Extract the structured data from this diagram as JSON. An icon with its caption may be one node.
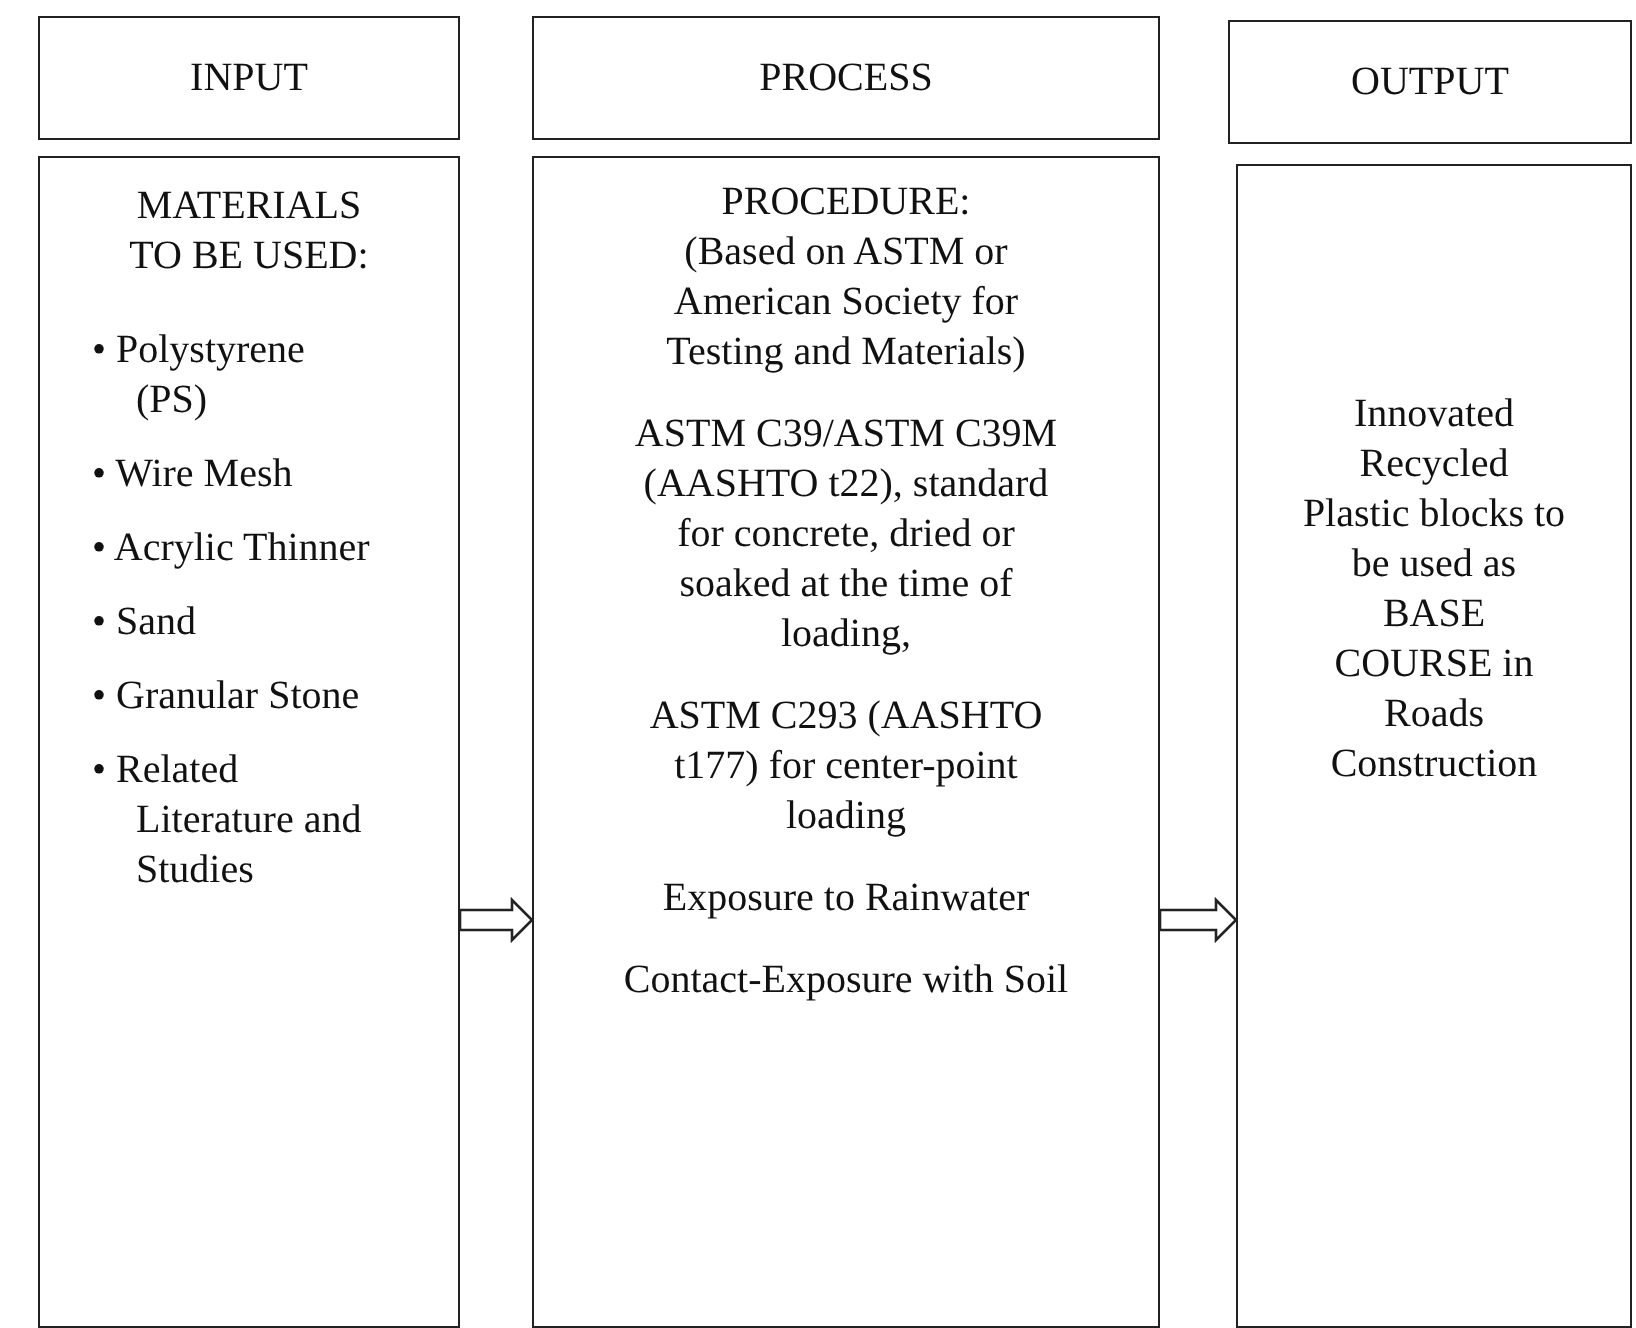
{
  "diagram": {
    "nodes": [
      {
        "text": [
          "INPUT"
        ]
      },
      {
        "text": [
          "PROCESS"
        ]
      },
      {
        "text": [
          "OUTPUT"
        ]
      },
      {
        "text": [
          "MATERIALS TO BE USED:",
          "• Polystyrene (PS)",
          "• Wire Mesh",
          "• Acrylic Thinner",
          "• Sand",
          "• Granular Stone",
          "• Related Literature and Studies"
        ]
      },
      {
        "text": [
          "PROCEDURE:",
          "(Based on ASTM or American Society for Testing and Materials)",
          "ASTM C39/ASTM C39M (AASHTO t22), standard for concrete, dried or soaked at the time of loading,",
          "ASTM C293 (AASHTO t177) for center-point loading",
          "Exposure to Rainwater",
          "Contact-Exposure with Soil"
        ]
      },
      {
        "text": [
          "Innovated Recycled Plastic blocks to be used as BASE COURSE in Roads Construction"
        ]
      }
    ],
    "edges": [
      {
        "from": 3,
        "to": 4,
        "arrow": "to"
      },
      {
        "from": 4,
        "to": 5,
        "arrow": "to"
      }
    ]
  }
}
